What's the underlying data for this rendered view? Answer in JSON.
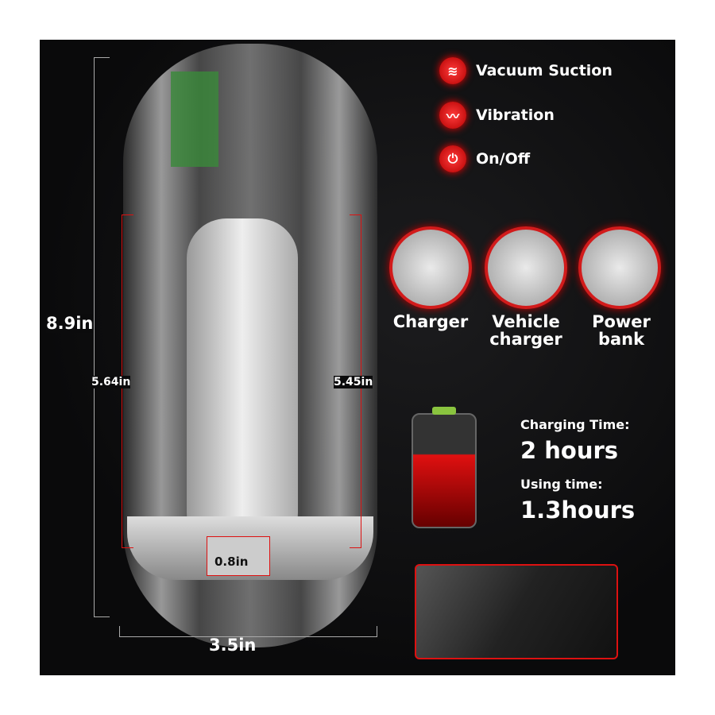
{
  "features": [
    {
      "icon": "vacuum-suction-icon",
      "glyph": "≋",
      "label": "Vacuum Suction"
    },
    {
      "icon": "vibration-icon",
      "glyph": "〰",
      "label": "Vibration"
    },
    {
      "icon": "power-icon",
      "glyph": "⏻",
      "label": "On/Off"
    }
  ],
  "chargers": [
    {
      "icon": "charger-icon",
      "label": "Charger"
    },
    {
      "icon": "vehicle-charger-icon",
      "label": "Vehicle charger"
    },
    {
      "icon": "power-bank-icon",
      "label": "Power bank"
    }
  ],
  "battery": {
    "charging_label": "Charging Time:",
    "charging_value": "2 hours",
    "using_label": "Using time:",
    "using_value": "1.3hours"
  },
  "dimensions": {
    "height": "8.9in",
    "inner_left": "5.64in",
    "inner_right": "5.45in",
    "opening": "0.8in",
    "width": "3.5in"
  },
  "colors": {
    "accent": "#d11a1a",
    "background": "#0b0b0c"
  }
}
